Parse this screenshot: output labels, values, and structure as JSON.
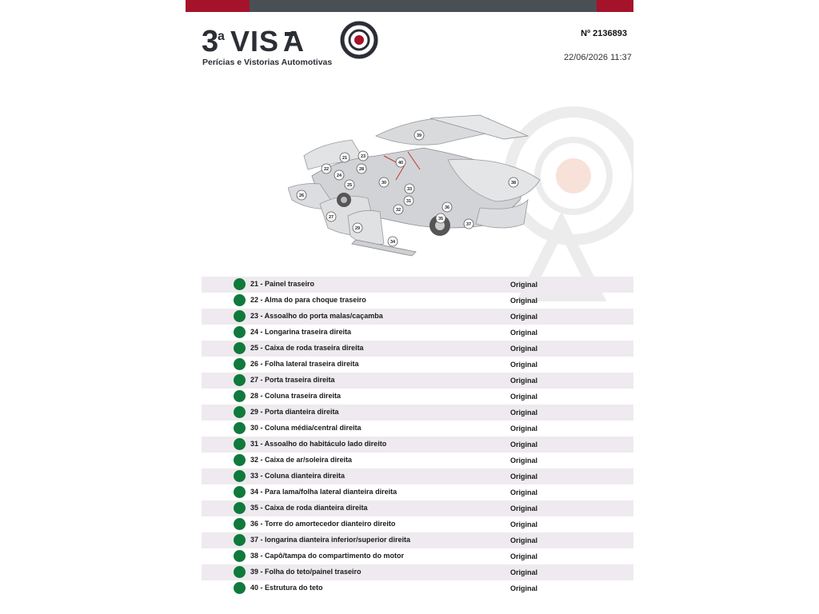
{
  "header": {
    "brand_name": "3ªVISÃO",
    "brand_tagline": "Perícias e Vistorias Automotivas",
    "doc_number": "Nº 2136893",
    "doc_date": "22/06/2026 11:37"
  },
  "colors": {
    "brand_red": "#a5132a",
    "brand_gray": "#4a4f55",
    "status_green": "#0f7a3a",
    "row_alt": "#eeeaef"
  },
  "diagram": {
    "callouts": [
      "21",
      "22",
      "23",
      "24",
      "25",
      "26",
      "27",
      "28",
      "29",
      "30",
      "31",
      "32",
      "33",
      "34",
      "35",
      "36",
      "37",
      "38",
      "39",
      "40"
    ]
  },
  "parts": [
    {
      "label": "21 - Painel traseiro",
      "status": "Original"
    },
    {
      "label": "22 - Alma do para choque traseiro",
      "status": "Original"
    },
    {
      "label": "23 - Assoalho do porta malas/caçamba",
      "status": "Original"
    },
    {
      "label": "24 - Longarina traseira direita",
      "status": "Original"
    },
    {
      "label": "25 - Caixa de roda traseira direita",
      "status": "Original"
    },
    {
      "label": "26 - Folha lateral traseira direita",
      "status": "Original"
    },
    {
      "label": "27 - Porta traseira direita",
      "status": "Original"
    },
    {
      "label": "28 - Coluna traseira direita",
      "status": "Original"
    },
    {
      "label": "29 - Porta dianteira direita",
      "status": "Original"
    },
    {
      "label": "30 - Coluna média/central direita",
      "status": "Original"
    },
    {
      "label": "31 - Assoalho do habitáculo lado direito",
      "status": "Original"
    },
    {
      "label": "32 - Caixa de ar/soleira direita",
      "status": "Original"
    },
    {
      "label": "33 - Coluna dianteira direita",
      "status": "Original"
    },
    {
      "label": "34 - Para lama/folha lateral dianteira direita",
      "status": "Original"
    },
    {
      "label": "35 - Caixa de roda dianteira direita",
      "status": "Original"
    },
    {
      "label": "36 - Torre do amortecedor dianteiro direito",
      "status": "Original"
    },
    {
      "label": "37 - longarina dianteira inferior/superior direita",
      "status": "Original"
    },
    {
      "label": "38 - Capô/tampa do compartimento do motor",
      "status": "Original"
    },
    {
      "label": "39 - Folha do teto/painel traseiro",
      "status": "Original"
    },
    {
      "label": "40 - Estrutura do teto",
      "status": "Original"
    }
  ]
}
